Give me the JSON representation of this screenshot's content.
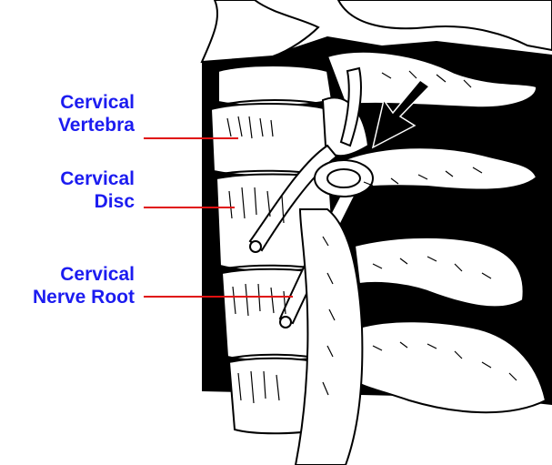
{
  "labels": {
    "vertebra": {
      "line1": "Cervical",
      "line2": "Vertebra"
    },
    "disc": {
      "line1": "Cervical",
      "line2": "Disc"
    },
    "nerve_root": {
      "line1": "Cervical",
      "line2": "Nerve Root"
    }
  },
  "colors": {
    "label_text": "#1c1cf0",
    "leader_line": "#e01010",
    "background": "#ffffff",
    "ink": "#000000"
  }
}
